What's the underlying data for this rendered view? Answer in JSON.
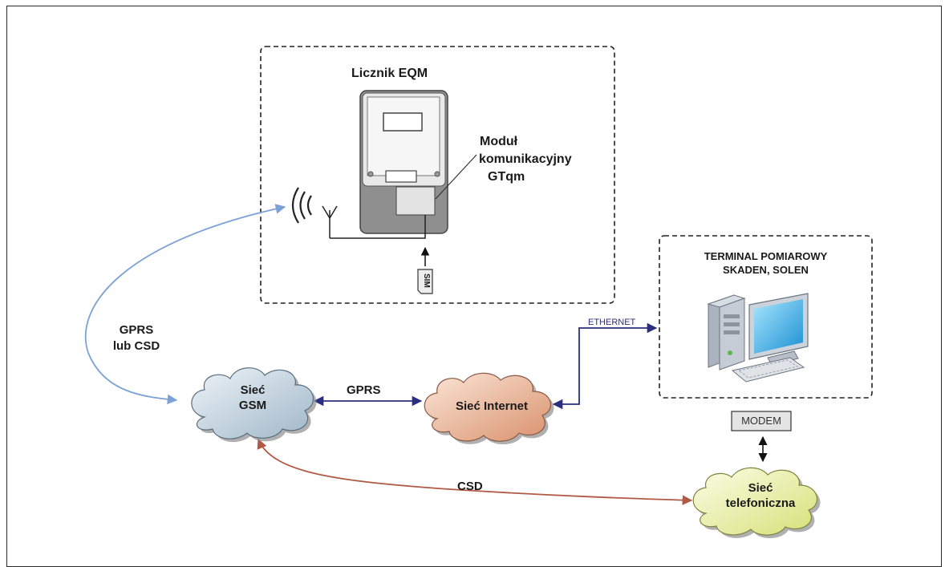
{
  "meter": {
    "title": "Licznik EQM",
    "module_line1": "Moduł",
    "module_line2": "komunikacyjny",
    "module_line3": "GTqm",
    "sim_label": "SIM"
  },
  "terminal": {
    "title_line1": "TERMINAL POMIAROWY",
    "title_line2": "SKADEN, SOLEN"
  },
  "clouds": {
    "gsm_line1": "Sieć",
    "gsm_line2": "GSM",
    "internet": "Sieć Internet",
    "phone_line1": "Sieć",
    "phone_line2": "telefoniczna"
  },
  "links": {
    "gprs_csd_line1": "GPRS",
    "gprs_csd_line2": "lub CSD",
    "gprs": "GPRS",
    "ethernet": "ETHERNET",
    "csd": "CSD",
    "modem": "MODEM"
  },
  "colors": {
    "gsm_link": "#7ba1d6",
    "csd_link": "#b05a45",
    "gprs_link": "#2b2f7e",
    "gsm_cloud": "#c6d6e2",
    "internet_cloud": "#eec3a8",
    "phone_cloud": "#eef3b4"
  }
}
